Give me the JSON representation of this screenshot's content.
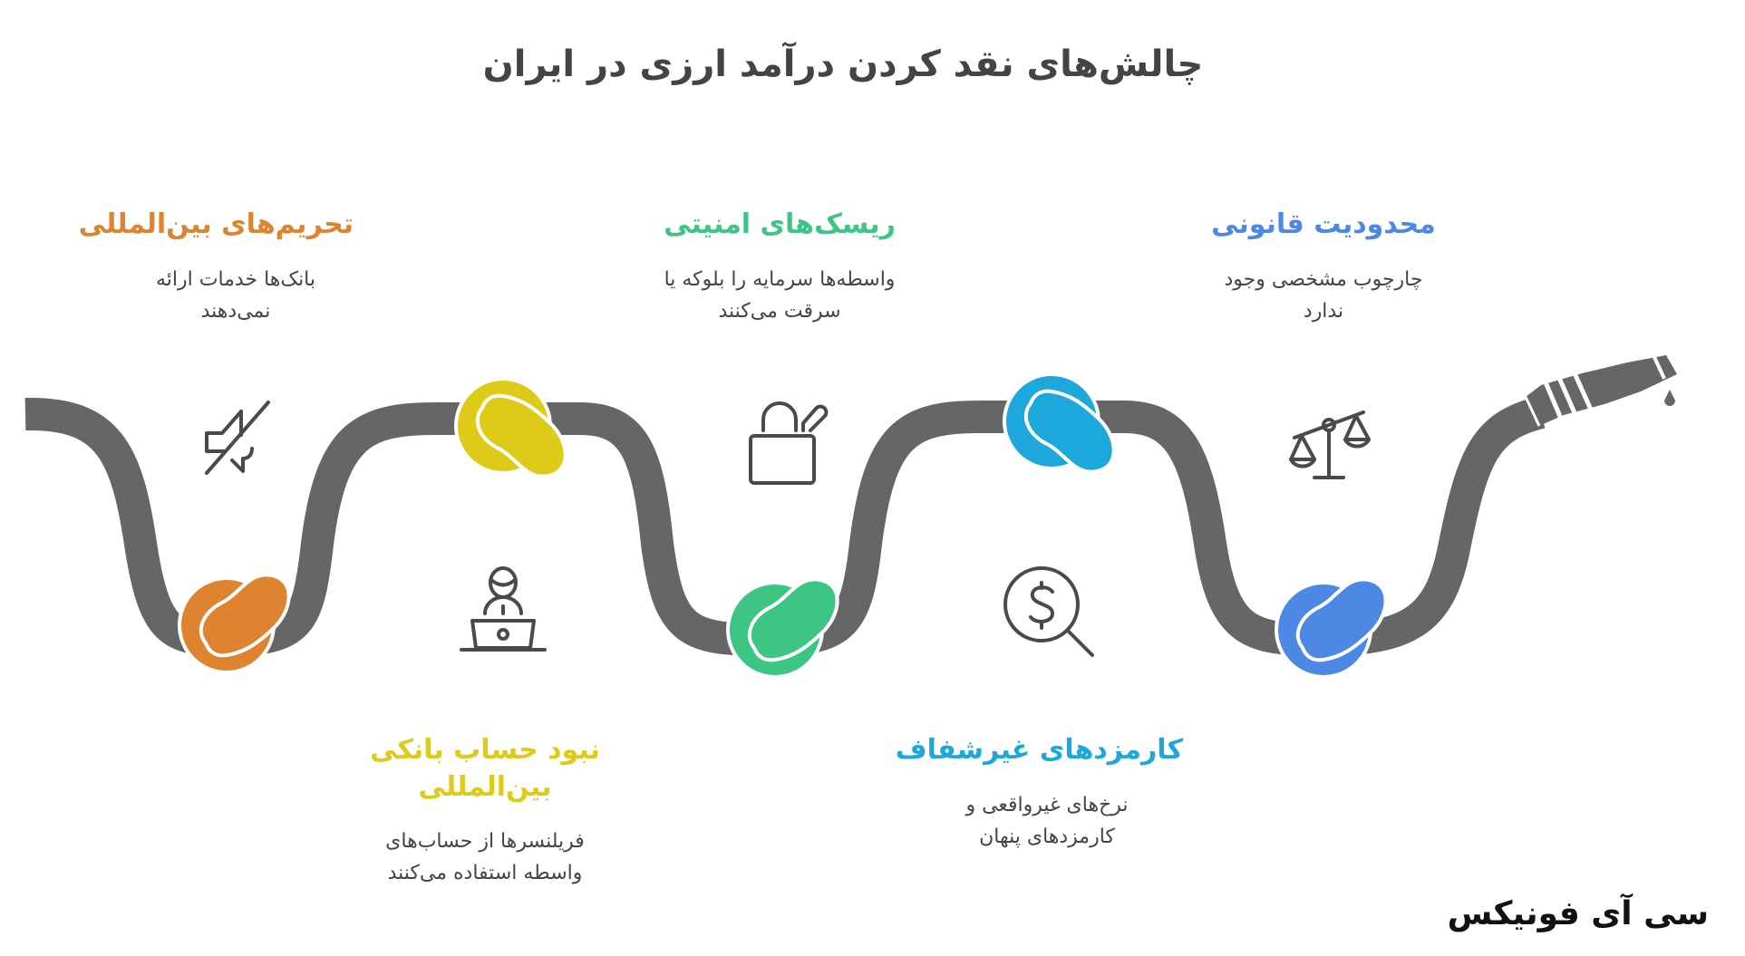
{
  "title": "چالش‌های نقد کردن درآمد ارزی در ایران",
  "brand": "سی آی فونیکس",
  "colors": {
    "hose": "#666666",
    "text_dark": "#444444",
    "icon": "#4a4a4a",
    "orange": "#DE8431",
    "yellow": "#DDCB17",
    "green": "#3CC583",
    "sky": "#1DA8DB",
    "blue": "#4E88E5"
  },
  "challenges": [
    {
      "id": "sanctions",
      "heading": "تحریم‌های بین‌المللی",
      "description": "بانک‌ها خدمات ارائه نمی‌دهند",
      "icon": "muted-speaker-icon",
      "color": "#DE8431",
      "position": "top"
    },
    {
      "id": "no-bank-account",
      "heading": "نبود حساب بانکی بین‌المللی",
      "description": "فریلنسرها از حساب‌های واسطه استفاده می‌کنند",
      "icon": "person-laptop-icon",
      "color": "#DDCB17",
      "position": "bottom"
    },
    {
      "id": "security-risks",
      "heading": "ریسک‌های امنیتی",
      "description": "واسطه‌ها سرمایه را بلوکه یا سرقت می‌کنند",
      "icon": "broken-lock-icon",
      "color": "#3CC583",
      "position": "top"
    },
    {
      "id": "opaque-fees",
      "heading": "کارمزدهای غیرشفاف",
      "description": "نرخ‌های غیرواقعی و کارمزدهای پنهان",
      "icon": "dollar-search-icon",
      "color": "#1DA8DB",
      "position": "bottom"
    },
    {
      "id": "legal-limits",
      "heading": "محدودیت قانونی",
      "description": "چارچوب مشخصی وجود ندارد",
      "icon": "scale-icon",
      "color": "#4E88E5",
      "position": "top"
    }
  ]
}
